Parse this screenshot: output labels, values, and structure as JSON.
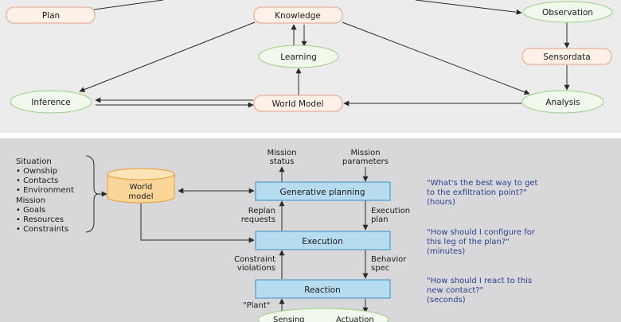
{
  "top": {
    "nodes": {
      "plan": "Plan",
      "knowledge": "Knowledge",
      "observation": "Observation",
      "learning": "Learning",
      "sensordata": "Sensordata",
      "inference": "Inference",
      "world_model": "World Model",
      "analysis": "Analysis"
    }
  },
  "bottom": {
    "situation": {
      "heading": "Situation",
      "items": [
        "• Ownship",
        "• Contacts",
        "• Environment"
      ]
    },
    "mission": {
      "heading": "Mission",
      "items": [
        "• Goals",
        "• Resources",
        "• Constraints"
      ]
    },
    "world_model": [
      "World",
      "model"
    ],
    "mission_status": [
      "Mission",
      "status"
    ],
    "mission_parameters": [
      "Mission",
      "parameters"
    ],
    "generative_planning": "Generative planning",
    "execution": "Execution",
    "reaction": "Reaction",
    "replan_requests": [
      "Replan",
      "requests"
    ],
    "execution_plan": [
      "Execution",
      "plan"
    ],
    "constraint_violations": [
      "Constraint",
      "violations"
    ],
    "behavior_spec": [
      "Behavior",
      "spec"
    ],
    "plant": "\"Plant\"",
    "sensing": "Sensing",
    "actuation": "Actuation",
    "quotes": {
      "planning": [
        "\"What's the best way to get",
        "to the exfiltration point?\"",
        "(hours)"
      ],
      "execution": [
        "\"How should I configure for",
        "this leg of the plan?\"",
        "(minutes)"
      ],
      "reaction": [
        "\"How should I react to this",
        "new contact?\"",
        "(seconds)"
      ]
    }
  },
  "colors": {
    "top_bg": "#ececec",
    "bottom_bg": "#d8d8db",
    "rect_node_fill": "#fff1e8",
    "rect_node_stroke": "#e8a080",
    "ellipse_node_fill": "#f1f9ec",
    "ellipse_node_stroke": "#9ccd88",
    "process_fill": "#b7dcef",
    "process_stroke": "#3a8ec4",
    "cylinder_fill": "#fbd699",
    "cylinder_stroke": "#e89a35",
    "quote_text": "#2d3f8c"
  }
}
